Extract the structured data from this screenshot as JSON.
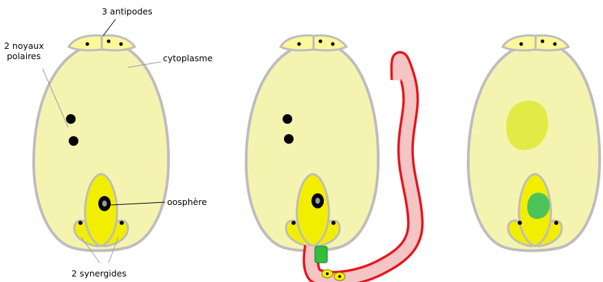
{
  "labels": {
    "antipodes": "3 antipodes",
    "noyaux_line1": "2 noyaux",
    "noyaux_line2": "polaires",
    "cytoplasme": "cytoplasme",
    "oosphere": "oosphère",
    "synergides": "2 synergides"
  },
  "colors": {
    "sac_fill": "#f5f3b0",
    "sac_outline": "#bdbdbd",
    "antipode_fill": "#fbf79a",
    "egg_apparatus_fill": "#f2ee00",
    "nucleus": "#000000",
    "pollen_tube_outline": "#e8141c",
    "pollen_tube_fill": "#f3c5c5",
    "sperm_cells": "#2fbf3a",
    "central_cell_fertilized": "#e2ea45",
    "zygote": "#4cc45a"
  },
  "icons": {
    "nucleus": "dot",
    "pollen_tube": "wavy-tube"
  }
}
